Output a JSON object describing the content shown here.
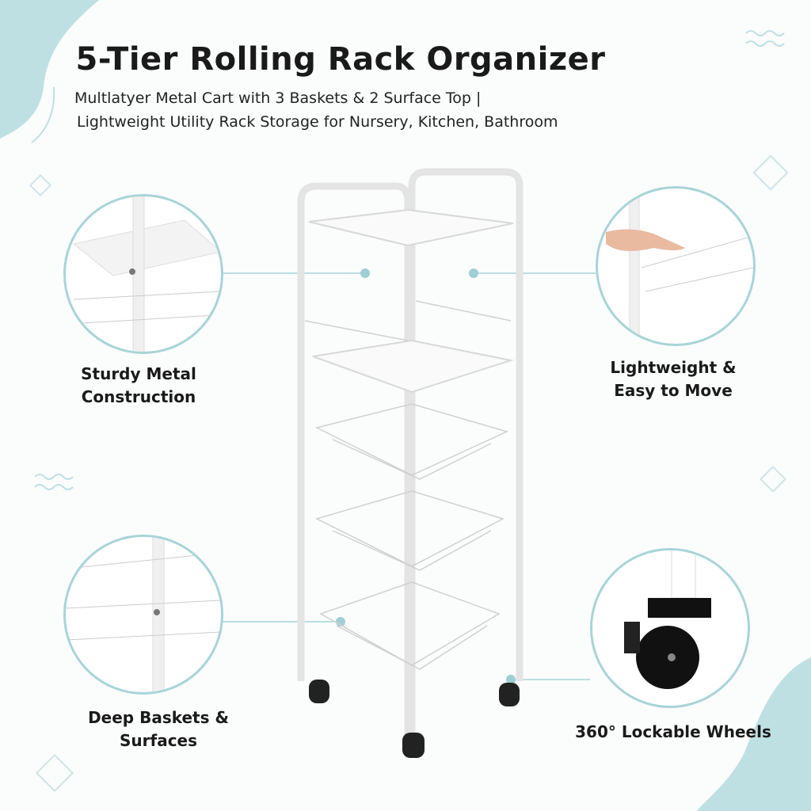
{
  "header": {
    "title": "5-Tier Rolling Rack Organizer",
    "subtitle_line1": "Multlatyer Metal Cart with 3 Baskets & 2  Surface Top |",
    "subtitle_line2": "Lightweight Utility Rack Storage for Nursery, Kitchen, Bathroom"
  },
  "features": [
    {
      "line1": "Sturdy Metal",
      "line2": "Construction"
    },
    {
      "line1": "Lightweight &",
      "line2": "Easy to Move"
    },
    {
      "line1": "Deep Baskets &",
      "line2": "Surfaces"
    },
    {
      "line1": "360° Lockable Wheels",
      "line2": ""
    }
  ],
  "colors": {
    "accent": "#a8d4d7",
    "blob": "#bfe0e3",
    "dot": "#9fcfd2"
  }
}
